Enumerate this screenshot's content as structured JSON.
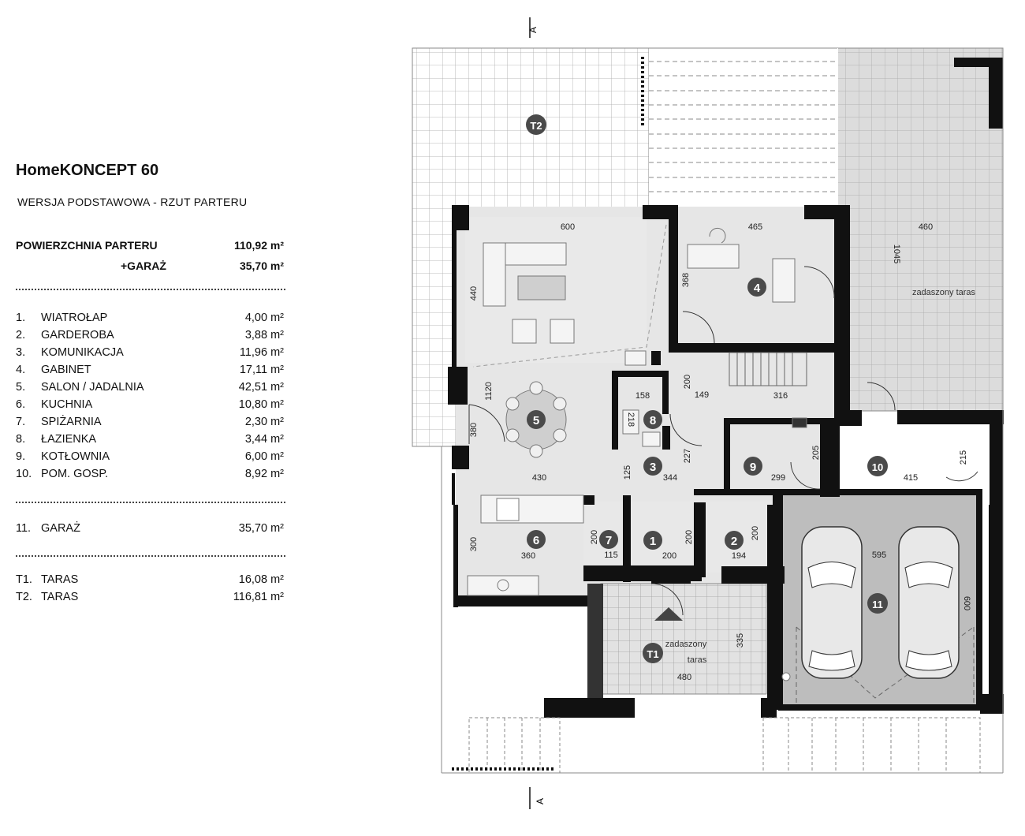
{
  "legend": {
    "title": "HomeKONCEPT 60",
    "subtitle": "WERSJA  PODSTAWOWA  -    RZUT PARTERU",
    "area_label": "POWIERZCHNIA PARTERU",
    "area_value": "110,92 m²",
    "garage_label": "+GARAŻ",
    "garage_value": "35,70 m²",
    "rooms": [
      {
        "num": "1.",
        "name": "WIATROŁAP",
        "area": "4,00 m²"
      },
      {
        "num": "2.",
        "name": "GARDEROBA",
        "area": "3,88 m²"
      },
      {
        "num": "3.",
        "name": "KOMUNIKACJA",
        "area": "11,96 m²"
      },
      {
        "num": "4.",
        "name": "GABINET",
        "area": "17,11 m²"
      },
      {
        "num": "5.",
        "name": "SALON / JADALNIA",
        "area": "42,51 m²"
      },
      {
        "num": "6.",
        "name": "KUCHNIA",
        "area": "10,80 m²"
      },
      {
        "num": "7.",
        "name": "SPIŻARNIA",
        "area": "2,30 m²"
      },
      {
        "num": "8.",
        "name": "ŁAZIENKA",
        "area": "3,44 m²"
      },
      {
        "num": "9.",
        "name": "KOTŁOWNIA",
        "area": "6,00 m²"
      },
      {
        "num": "10.",
        "name": "POM. GOSP.",
        "area": "8,92 m²"
      }
    ],
    "garage_room": {
      "num": "11.",
      "name": "GARAŻ",
      "area": "35,70 m²"
    },
    "terraces": [
      {
        "num": "T1.",
        "name": "TARAS",
        "area": "16,08 m²"
      },
      {
        "num": "T2.",
        "name": "TARAS",
        "area": "116,81 m²"
      }
    ]
  },
  "plan": {
    "section_marker": "A",
    "room_badges": [
      "1",
      "2",
      "3",
      "4",
      "5",
      "6",
      "7",
      "8",
      "9",
      "10",
      "11",
      "T1",
      "T2"
    ],
    "dimensions": {
      "d600_top": "600",
      "d465": "465",
      "d460": "460",
      "d1045": "1045",
      "d440": "440",
      "d368": "368",
      "d1120": "1120",
      "d380": "380",
      "d200_hall": "200",
      "d149": "149",
      "d316": "316",
      "d158": "158",
      "d218": "218",
      "d227": "227",
      "d205": "205",
      "d215": "215",
      "d430": "430",
      "d125": "125",
      "d344": "344",
      "d299": "299",
      "d415": "415",
      "d300": "300",
      "d360": "360",
      "d200_7": "200",
      "d115": "115",
      "d200_1v": "200",
      "d200_1h": "200",
      "d200_2": "200",
      "d194": "194",
      "d595": "595",
      "d600_garage": "600",
      "d335": "335",
      "d480": "480"
    },
    "labels": {
      "covered_terrace_top": "zadaszony taras",
      "covered_terrace_t1_line1": "zadaszony",
      "covered_terrace_t1_line2": "taras"
    }
  }
}
